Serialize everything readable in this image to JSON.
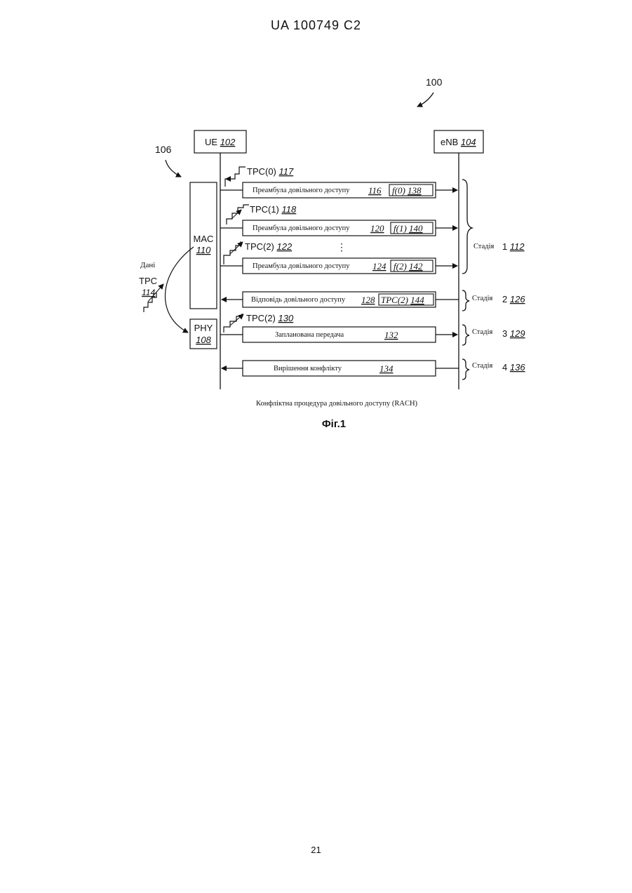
{
  "header": {
    "patent": "UA   100749   C2"
  },
  "figure": {
    "ref_number": "100",
    "ref_106": "106",
    "ue": {
      "label": "UE",
      "ref": "102"
    },
    "enb": {
      "label": "eNB",
      "ref": "104"
    },
    "mac": {
      "label": "MAC",
      "ref": "110"
    },
    "phy": {
      "label": "PHY",
      "ref": "108"
    },
    "data_tpc": {
      "line1": "Дані",
      "line2": "TPC",
      "ref": "114"
    },
    "tpc_labels": [
      {
        "text": "TPC(0)",
        "ref": "117"
      },
      {
        "text": "TPC(1)",
        "ref": "118"
      },
      {
        "text": "TPC(2)",
        "ref": "122"
      },
      {
        "text": "TPC(2)",
        "ref": "130"
      }
    ],
    "messages": [
      {
        "label": "Преамбула довільного доступу",
        "ref": "116",
        "sub": "f(0)",
        "sub_ref": "138"
      },
      {
        "label": "Преамбула довільного доступу",
        "ref": "120",
        "sub": "f(1)",
        "sub_ref": "140"
      },
      {
        "label": "Преамбула довільного доступу",
        "ref": "124",
        "sub": "f(2)",
        "sub_ref": "142"
      },
      {
        "label": "Відповідь довільного доступу",
        "ref": "128",
        "sub": "TPC(2)",
        "sub_ref": "144"
      },
      {
        "label": "Запланована передача",
        "ref": "132"
      },
      {
        "label": "Вирішення конфлікту",
        "ref": "134"
      }
    ],
    "dots": "⋮",
    "stages": [
      {
        "label": "Стадія",
        "num": "1",
        "ref": "112"
      },
      {
        "label": "Стадія",
        "num": "2",
        "ref": "126"
      },
      {
        "label": "Стадія",
        "num": "3",
        "ref": "129"
      },
      {
        "label": "Стадія",
        "num": "4",
        "ref": "136"
      }
    ],
    "caption": "Конфліктна процедура довільного доступу (RACH)",
    "fig_label": "Фіг.1"
  },
  "footer": {
    "page": "21"
  }
}
